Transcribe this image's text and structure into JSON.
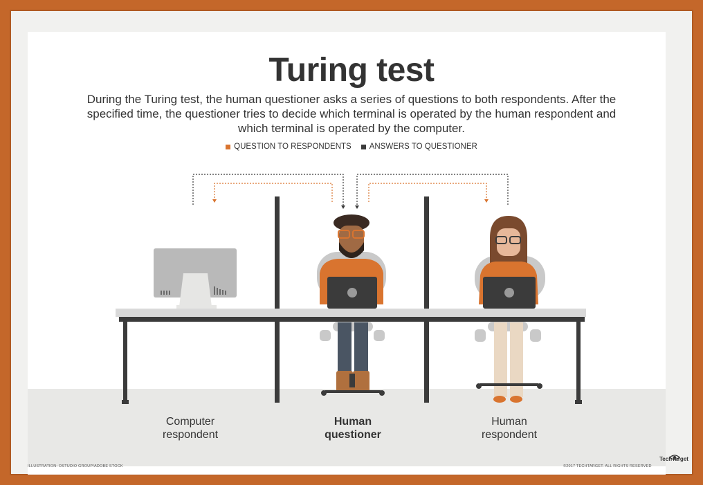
{
  "title": "Turing test",
  "subtitle": "During the Turing test, the human questioner asks a series of questions to both respondents. After the specified time, the questioner tries to decide which terminal is operated by the human respondent and which terminal is operated by the computer.",
  "legend": [
    {
      "label": "QUESTION TO RESPONDENTS",
      "color": "#d9742f"
    },
    {
      "label": "ANSWERS TO QUESTIONER",
      "color": "#3b3b3b"
    }
  ],
  "stations": [
    {
      "label_line1": "Computer",
      "label_line2": "respondent"
    },
    {
      "label_line1": "Human",
      "label_line2": "questioner"
    },
    {
      "label_line1": "Human",
      "label_line2": "respondent"
    }
  ],
  "footer": {
    "illustration_credit": "ILLUSTRATION: OSTUDIO GROUP/ADOBE STOCK",
    "copyright": "©2017 TECHTARGET. ALL RIGHTS RESERVED",
    "brand": "TechTarget"
  },
  "colors": {
    "frame": "#c4672a",
    "accent": "#d9742f",
    "dark": "#3b3b3b"
  }
}
